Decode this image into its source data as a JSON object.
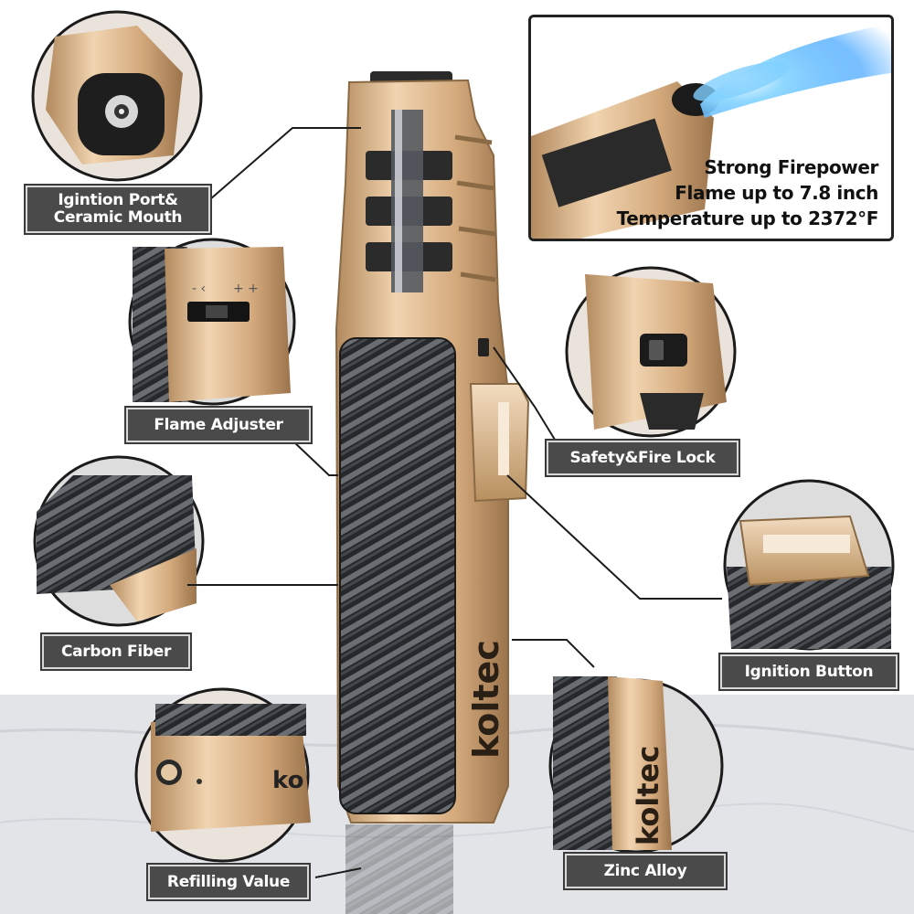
{
  "brand": "koltec",
  "flame_info": {
    "line1": "Strong Firepower",
    "line2": "Flame up to 7.8 inch",
    "line3": "Temperature up to 2372°F"
  },
  "callouts": {
    "ignition_port": {
      "line1": "Igintion Port&",
      "line2": "Ceramic Mouth"
    },
    "flame_adjuster": "Flame Adjuster",
    "safety_lock": "Safety&Fire Lock",
    "carbon_fiber": "Carbon Fiber",
    "ignition_button": "Ignition Button",
    "refilling_valve": "Refilling Value",
    "zinc_alloy": "Zinc Alloy"
  },
  "adjuster_marks": {
    "minus": "- ‹",
    "plus": "+ +"
  },
  "colors": {
    "gold": "#d9b48a",
    "gold_dark": "#a9835a",
    "carbon": "#2b2d30",
    "label_bg": "#4a4a4a",
    "flame": "#4fb6ff"
  }
}
